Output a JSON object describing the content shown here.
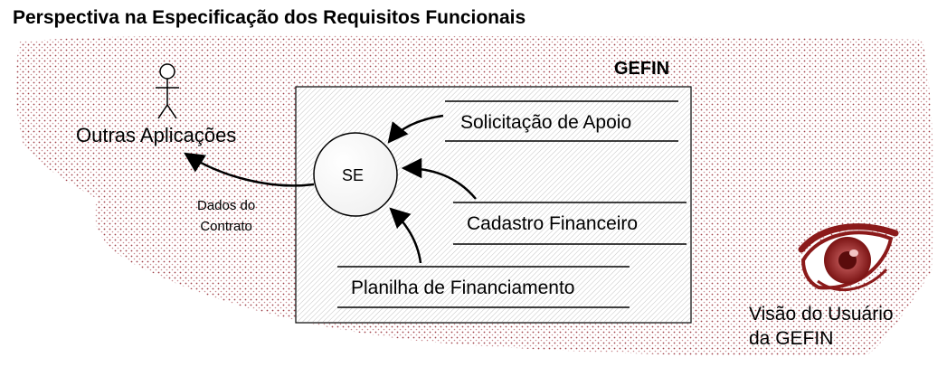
{
  "title": "Perspectiva na Especificação dos Requisitos Funcionais",
  "system_label": "GEFIN",
  "actor": {
    "label": "Outras Aplicações",
    "icon": "stick-figure-icon"
  },
  "central_node": {
    "label": "SE"
  },
  "flow_label": {
    "line1": "Dados do",
    "line2": "Contrato"
  },
  "inputs": [
    {
      "label": "Solicitação de Apoio"
    },
    {
      "label": "Cadastro Financeiro"
    },
    {
      "label": "Planilha de Financiamento"
    }
  ],
  "viewer": {
    "line1": "Visão do Usuário",
    "line2": "da GEFIN",
    "icon": "eye-icon"
  },
  "colors": {
    "dots": "#a0424a",
    "eye": "#8b1a1a",
    "hatch": "#c4c4c4",
    "stroke": "#000000"
  }
}
